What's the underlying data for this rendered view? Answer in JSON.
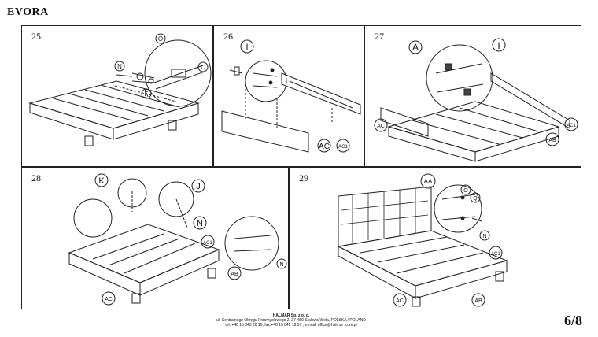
{
  "header": {
    "title": "EVORA"
  },
  "steps": [
    {
      "number": "25",
      "labels": {
        "o": "O",
        "n": "N",
        "c": "C",
        "f": "F"
      }
    },
    {
      "number": "26",
      "labels": {
        "i": "I",
        "ac": "AC",
        "ac1": "AC1"
      }
    },
    {
      "number": "27",
      "labels": {
        "a": "A",
        "i": "I",
        "ac": "AC",
        "ac1": "AC1",
        "ab": "AB"
      }
    },
    {
      "number": "28",
      "labels": {
        "k": "K",
        "j": "J",
        "n": "N",
        "ac1": "AC1",
        "ab": "AB",
        "ac": "AC",
        "n2": "N"
      }
    },
    {
      "number": "29",
      "labels": {
        "aa": "AA",
        "o": "O",
        "q": "Q",
        "n": "N",
        "ac1": "AC1",
        "ac": "AC",
        "ab": "AB"
      }
    }
  ],
  "footer": {
    "company": "HALMAR Sp. z o. o.",
    "address": "ul. Centralnego Okręgu Przemysłowego 2, 37-450 Stalowa Wola, POLSKA / POLAND",
    "contact": "tel.:+48 15 843 28 10, fax:+48 15 842 19 57 , e-mail: office@halmar .com.pl"
  },
  "page": {
    "number": "6/8"
  }
}
